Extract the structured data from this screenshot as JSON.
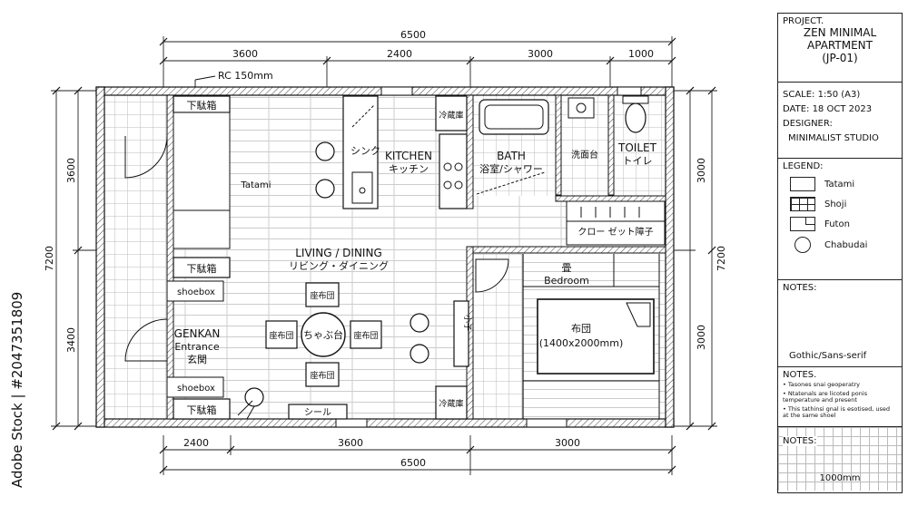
{
  "plan": {
    "dims_top": {
      "total": "6500",
      "segments": [
        "3600",
        "2400",
        "3000",
        "1000"
      ]
    },
    "dims_bottom": {
      "total": "6500",
      "segments": [
        "2400",
        "3600",
        "3000"
      ]
    },
    "dims_left": {
      "total": "7200",
      "segments": [
        "3600",
        "3400"
      ]
    },
    "dims_right": {
      "total": "7200",
      "segments": [
        "3000",
        "3000"
      ]
    },
    "wall_note": "RC 150mm",
    "tatami_note": "Tatami",
    "rooms": {
      "kitchen_en": "KITCHEN",
      "kitchen_jp": "キッチン",
      "sink_jp": "シンク",
      "fridge_jp": "冷蔵庫",
      "bath_en": "BATH",
      "bath_jp": "浴室/シャワー",
      "washbasin_jp": "洗面台",
      "toilet_en": "TOILET",
      "toilet_jp": "トイレ",
      "closet_jp": "クロー ゼット障子",
      "living_en": "LIVING / DINING",
      "living_jp": "リビング・ダイニング",
      "zabuton": "座布団",
      "chabudai": "ちゃぶ台",
      "genkan_en": "GENKAN",
      "genkan_sub": "Entrance",
      "genkan_jp": "玄関",
      "getabako": "下駄箱",
      "shoebox": "shoebox",
      "bedroom_jp": "畳",
      "bedroom_en": "Bedroom",
      "futon_jp": "布団",
      "futon_size": "(1400x2000mm)",
      "cabinet_jp": "小子",
      "fridge2_jp": "冷蔵庫",
      "seal_jp": "シール"
    }
  },
  "watermark": "Adobe Stock | #2047351809",
  "titleblock": {
    "project_label": "PROJECT.",
    "project_name_1": "ZEN MINIMAL",
    "project_name_2": "APARTMENT",
    "project_code": "(JP-01)",
    "scale": "SCALE: 1:50 (A3)",
    "date": "DATE: 18 OCT 2023",
    "designer_label": "DESIGNER:",
    "designer": "MINIMALIST STUDIO",
    "legend_label": "LEGEND:",
    "legend": [
      "Tatami",
      "Shoji",
      "Futon",
      "Chabudai"
    ],
    "notes_label_1": "NOTES:",
    "font_note": "Gothic/Sans-serif",
    "notes_label_2": "NOTES.",
    "notes": [
      "• Tasones snai geoperatry",
      "• Ntatenals are licoted ponis temperature and present",
      "• This tathinsi gnal is esotised, used at the same shoel"
    ],
    "notes_label_3": "NOTES:",
    "grid_note": "1000mm"
  }
}
